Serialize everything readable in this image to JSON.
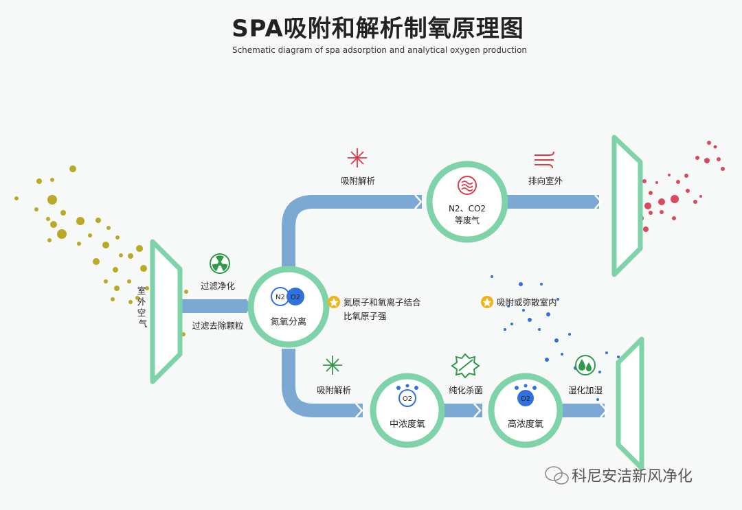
{
  "title": "SPA吸附和解析制氧原理图",
  "subtitle": "Schematic diagram of spa adsorption and analytical oxygen production",
  "colors": {
    "pipe": "#7ca9d4",
    "ring": "#7fd3a9",
    "green_icon": "#2f9a4a",
    "red_icon": "#d83c4c",
    "star": "#f2b318",
    "dot_olive": "#b9a925",
    "dot_red": "#d94a5c",
    "dot_blue": "#2f72dd"
  },
  "inlet": {
    "label": "室外空气",
    "icon": "radiation-icon"
  },
  "filter": {
    "label1": "过滤净化",
    "label2": "过滤去除颗粒"
  },
  "separation": {
    "label": "氮氧分离",
    "n2": "N2",
    "o2": "O2"
  },
  "top_branch": {
    "step_label": "吸附解析",
    "step_icon": "snowflake-icon",
    "waste_line1": "N2、CO2",
    "waste_line2": "等废气",
    "waste_icon": "wave-icon",
    "exhaust_label": "排向室外",
    "exhaust_icon": "wind-icon"
  },
  "note_left": {
    "line1": "氮原子和氧离子结合",
    "line2": "比氧原子强",
    "icon": "star-icon"
  },
  "note_right": {
    "line1": "吸附或弥散室内",
    "icon": "star-icon"
  },
  "bottom_branch": {
    "step_label": "吸附解析",
    "step_icon": "snowflake-icon",
    "mid_label": "中浓度氧",
    "sterilize_label": "纯化杀菌",
    "sterilize_icon": "virus-icon",
    "high_label": "高浓度氧",
    "humidify_label": "湿化加湿",
    "humidify_icon": "water-drop-icon",
    "o2": "O2"
  },
  "watermark": "科尼安洁新风净化"
}
